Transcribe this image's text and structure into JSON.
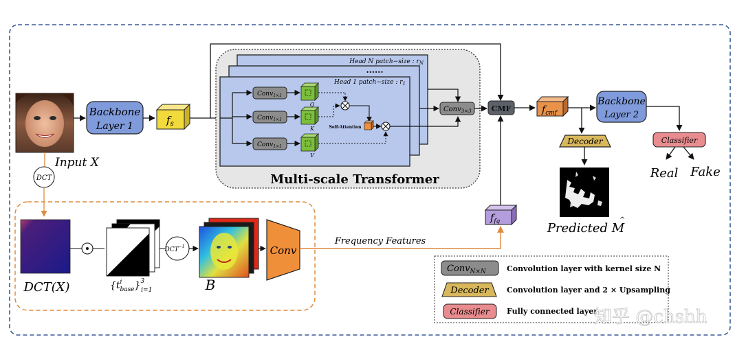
{
  "backbone1": {
    "line1": "Backbone",
    "line2": "Layer 1"
  },
  "backbone2": {
    "line1": "Backbone",
    "line2": "Layer 2"
  },
  "fs": "f",
  "fs_sub": "s",
  "input_label": "Input X",
  "dct_node": "DCT",
  "idct_node": "DCT",
  "idct_sup": "−1",
  "dct_x_label": "DCT(X)",
  "tbase_label": "{t",
  "tbase_sup": "i",
  "tbase_sub": "base",
  "tbase_tail": "}",
  "tbase_tail_sup": "3",
  "tbase_tail_sub": "i=1",
  "b_label": "B",
  "conv_label": "Conv",
  "freq_label": "Frequency Features",
  "ffq": "f",
  "ffq_sub": "fq",
  "head_n": "Head N patch−size : r",
  "head_n_sub": "N",
  "head_1": "Head 1 patch−size : r",
  "head_1_sub": "1",
  "dots": "......",
  "conv1x1": "Conv",
  "conv1x1_sub": "1×1",
  "q": "Q",
  "k": "K",
  "v": "V",
  "self_attention": "Self-Attention",
  "conv3x3": "Conv",
  "conv3x3_sub": "3×3",
  "mst_title": "Multi-scale  Transformer",
  "cmf": "CMF",
  "fcmf": "f",
  "fcmf_sub": "cmf",
  "decoder": "Decoder",
  "predicted": "Predicted",
  "predicted_m": "M",
  "classifier": "Classifier",
  "real": "Real",
  "fake": "Fake",
  "legend": [
    {
      "key": "Conv",
      "key_sub": "N×N",
      "desc": "Convolution layer with kernel size N"
    },
    {
      "key": "Decoder",
      "key_sub": "",
      "desc": "Convolution layer and 2 × Upsampling"
    },
    {
      "key": "Classifier",
      "key_sub": "",
      "desc": "Fully connected layer"
    }
  ],
  "watermark": "知乎 @chshh",
  "colors": {
    "backbone": "#7f9bdb",
    "yellow": "#f2da3c",
    "orange": "#f08f3a",
    "purple": "#b49ddc",
    "grey": "#8c8c8c",
    "green": "#7cbf3a",
    "transformer_bg": "#e6e6e6",
    "head_bg": "#b8c8ec",
    "decoder": "#d9b85c",
    "classifier": "#e88c8f",
    "cmf": "#5c6268",
    "dashed_outer": "#3a5a9a",
    "dashed_freq": "#e08a3c"
  }
}
